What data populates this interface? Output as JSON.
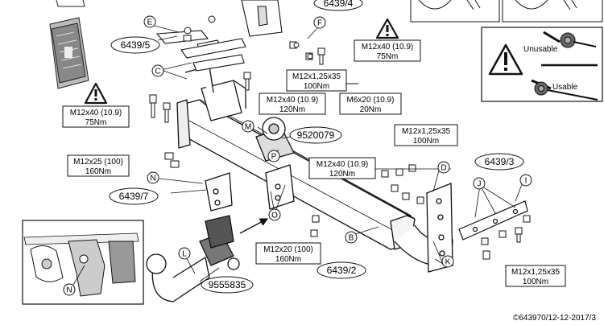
{
  "part_labels": {
    "e": "E",
    "f": "F",
    "c": "C",
    "m": "M",
    "n": "N",
    "p": "P",
    "d": "D",
    "i": "I",
    "j": "J",
    "o": "O",
    "b": "B",
    "l": "L",
    "k": "K"
  },
  "ref_numbers": {
    "r6439_5": "6439/5",
    "r6439_4": "6439/4",
    "r9520079": "9520079",
    "r6439_7": "6439/7",
    "r6439_3": "6439/3",
    "r6439_2": "6439/2",
    "r9555835": "9555835"
  },
  "specs": {
    "s1_bolt": "M12x40 (10.9)",
    "s1_torque": "75Nm",
    "s2_bolt": "M12x1,25x35",
    "s2_torque": "100Nm",
    "s3_bolt": "M12x40 (10.9)",
    "s3_torque": "120Nm",
    "s4_bolt": "M6x20 (10.9)",
    "s4_torque": "20Nm",
    "s5_bolt": "M12x40 (10.9)",
    "s5_torque": "75Nm",
    "s6_bolt": "M12x25 (100)",
    "s6_torque": "160Nm",
    "s7_bolt": "M12x1,25x35",
    "s7_torque": "100Nm",
    "s8_bolt": "M12x40 (10.9)",
    "s8_torque": "120Nm",
    "s9_bolt": "M12x20 (100)",
    "s9_torque": "160Nm",
    "s10_bolt": "M12x1,25x35",
    "s10_torque": "100Nm"
  },
  "socket_panel": {
    "unusable": "Unusable",
    "usable": "Usable"
  },
  "warning_icon": "warning-triangle-icon",
  "copyright": "©643970/12-12-2017/3"
}
